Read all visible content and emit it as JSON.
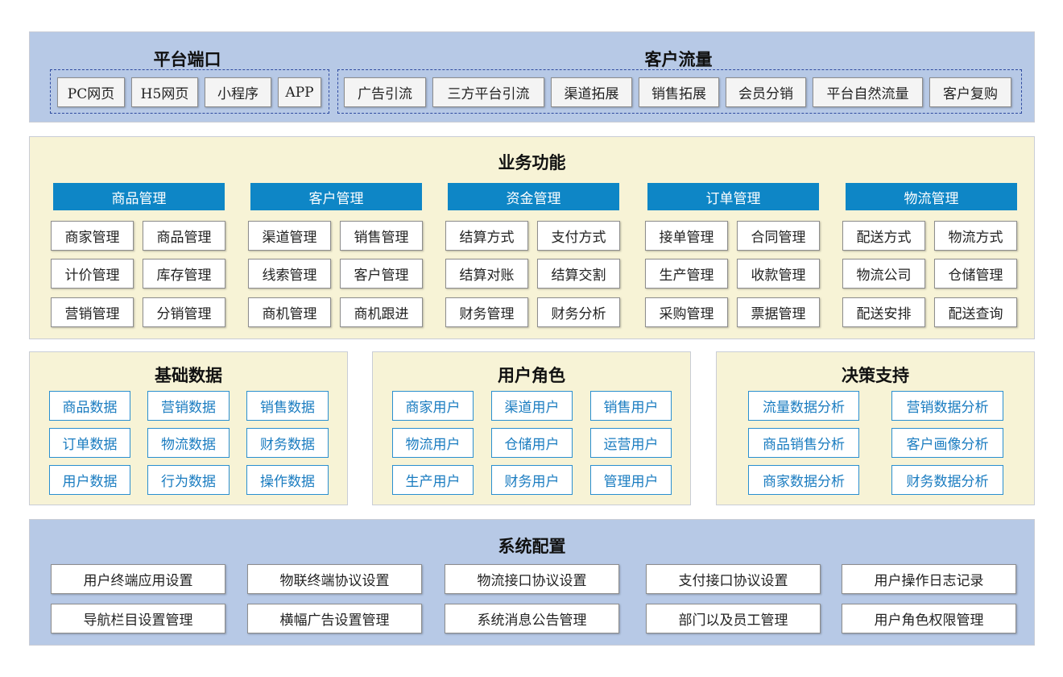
{
  "top": {
    "platform_title": "平台端口",
    "platform_items": [
      "PC网页",
      "H5网页",
      "小程序",
      "APP"
    ],
    "traffic_title": "客户流量",
    "traffic_items": [
      "广告引流",
      "三方平台引流",
      "渠道拓展",
      "销售拓展",
      "会员分销",
      "平台自然流量",
      "客户复购"
    ]
  },
  "business": {
    "title": "业务功能",
    "groups": [
      {
        "header": "商品管理",
        "items": [
          "商家管理",
          "商品管理",
          "计价管理",
          "库存管理",
          "营销管理",
          "分销管理"
        ]
      },
      {
        "header": "客户管理",
        "items": [
          "渠道管理",
          "销售管理",
          "线索管理",
          "客户管理",
          "商机管理",
          "商机跟进"
        ]
      },
      {
        "header": "资金管理",
        "items": [
          "结算方式",
          "支付方式",
          "结算对账",
          "结算交割",
          "财务管理",
          "财务分析"
        ]
      },
      {
        "header": "订单管理",
        "items": [
          "接单管理",
          "合同管理",
          "生产管理",
          "收款管理",
          "采购管理",
          "票据管理"
        ]
      },
      {
        "header": "物流管理",
        "items": [
          "配送方式",
          "物流方式",
          "物流公司",
          "仓储管理",
          "配送安排",
          "配送查询"
        ]
      }
    ]
  },
  "data_panel": {
    "title": "基础数据",
    "items": [
      "商品数据",
      "营销数据",
      "销售数据",
      "订单数据",
      "物流数据",
      "财务数据",
      "用户数据",
      "行为数据",
      "操作数据"
    ]
  },
  "roles_panel": {
    "title": "用户角色",
    "items": [
      "商家用户",
      "渠道用户",
      "销售用户",
      "物流用户",
      "仓储用户",
      "运营用户",
      "生产用户",
      "财务用户",
      "管理用户"
    ]
  },
  "decision_panel": {
    "title": "决策支持",
    "items": [
      "流量数据分析",
      "营销数据分析",
      "商品销售分析",
      "客户画像分析",
      "商家数据分析",
      "财务数据分析"
    ]
  },
  "system": {
    "title": "系统配置",
    "items": [
      "用户终端应用设置",
      "物联终端协议设置",
      "物流接口协议设置",
      "支付接口协议设置",
      "用户操作日志记录",
      "导航栏目设置管理",
      "横幅广告设置管理",
      "系统消息公告管理",
      "部门以及员工管理",
      "用户角色权限管理"
    ]
  }
}
